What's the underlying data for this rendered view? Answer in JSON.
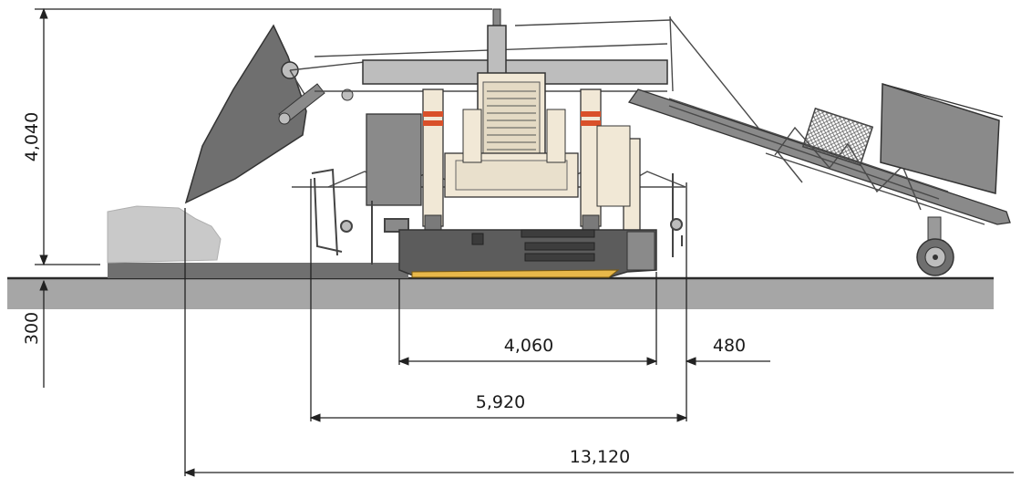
{
  "dimensions": {
    "overall_length": "13,120",
    "track_span": "5,920",
    "crawler_length": "4,060",
    "rear_overhang": "480",
    "height": "4,040",
    "depth": "300"
  },
  "colors": {
    "machine_body": "#6f6f6f",
    "machine_light": "#bdbdbd",
    "engine_panel": "#f1e8d6",
    "cylinder_stripe": "#d9502a",
    "ground": "#a6a6a6",
    "crawler_pad": "#e8b84a"
  }
}
